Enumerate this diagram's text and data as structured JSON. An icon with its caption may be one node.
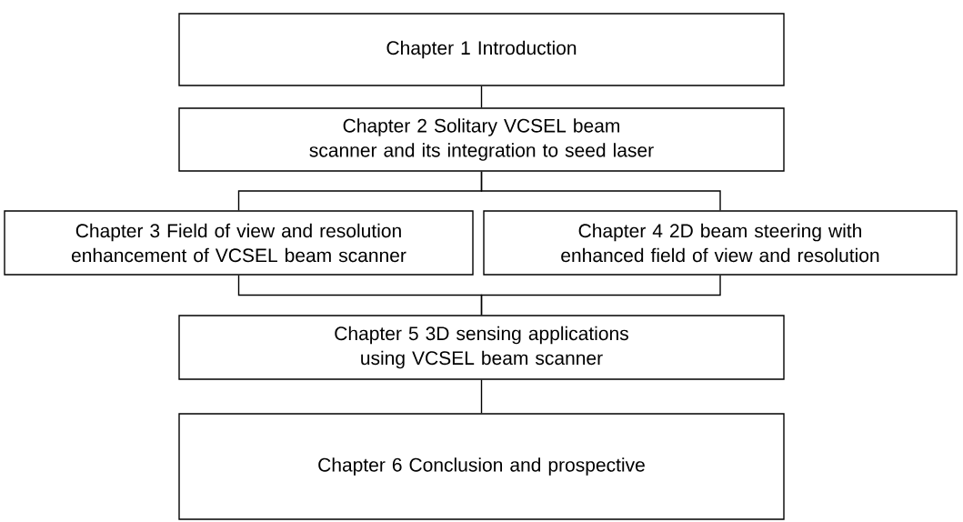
{
  "diagram": {
    "nodes": [
      {
        "text": [
          "Chapter 1 Introduction"
        ]
      },
      {
        "text": [
          "Chapter 2 Solitary VCSEL beam scanner and its integration to seed laser"
        ]
      },
      {
        "text": [
          "Chapter 3 Field of view and resolution enhancement of VCSEL beam scanner"
        ]
      },
      {
        "text": [
          "Chapter 4 2D beam steering with enhanced field of view and resolution"
        ]
      },
      {
        "text": [
          "Chapter 5 3D sensing applications using VCSEL beam scanner"
        ]
      },
      {
        "text": [
          "Chapter 6 Conclusion and prospective"
        ]
      }
    ],
    "edges": [
      {
        "from": 0,
        "to": 1,
        "arrow": "none"
      },
      {
        "from": 1,
        "to": 2,
        "arrow": "none"
      },
      {
        "from": 1,
        "to": 3,
        "arrow": "none"
      },
      {
        "from": 2,
        "to": 4,
        "arrow": "none"
      },
      {
        "from": 3,
        "to": 4,
        "arrow": "none"
      },
      {
        "from": 4,
        "to": 5,
        "arrow": "none"
      }
    ]
  }
}
